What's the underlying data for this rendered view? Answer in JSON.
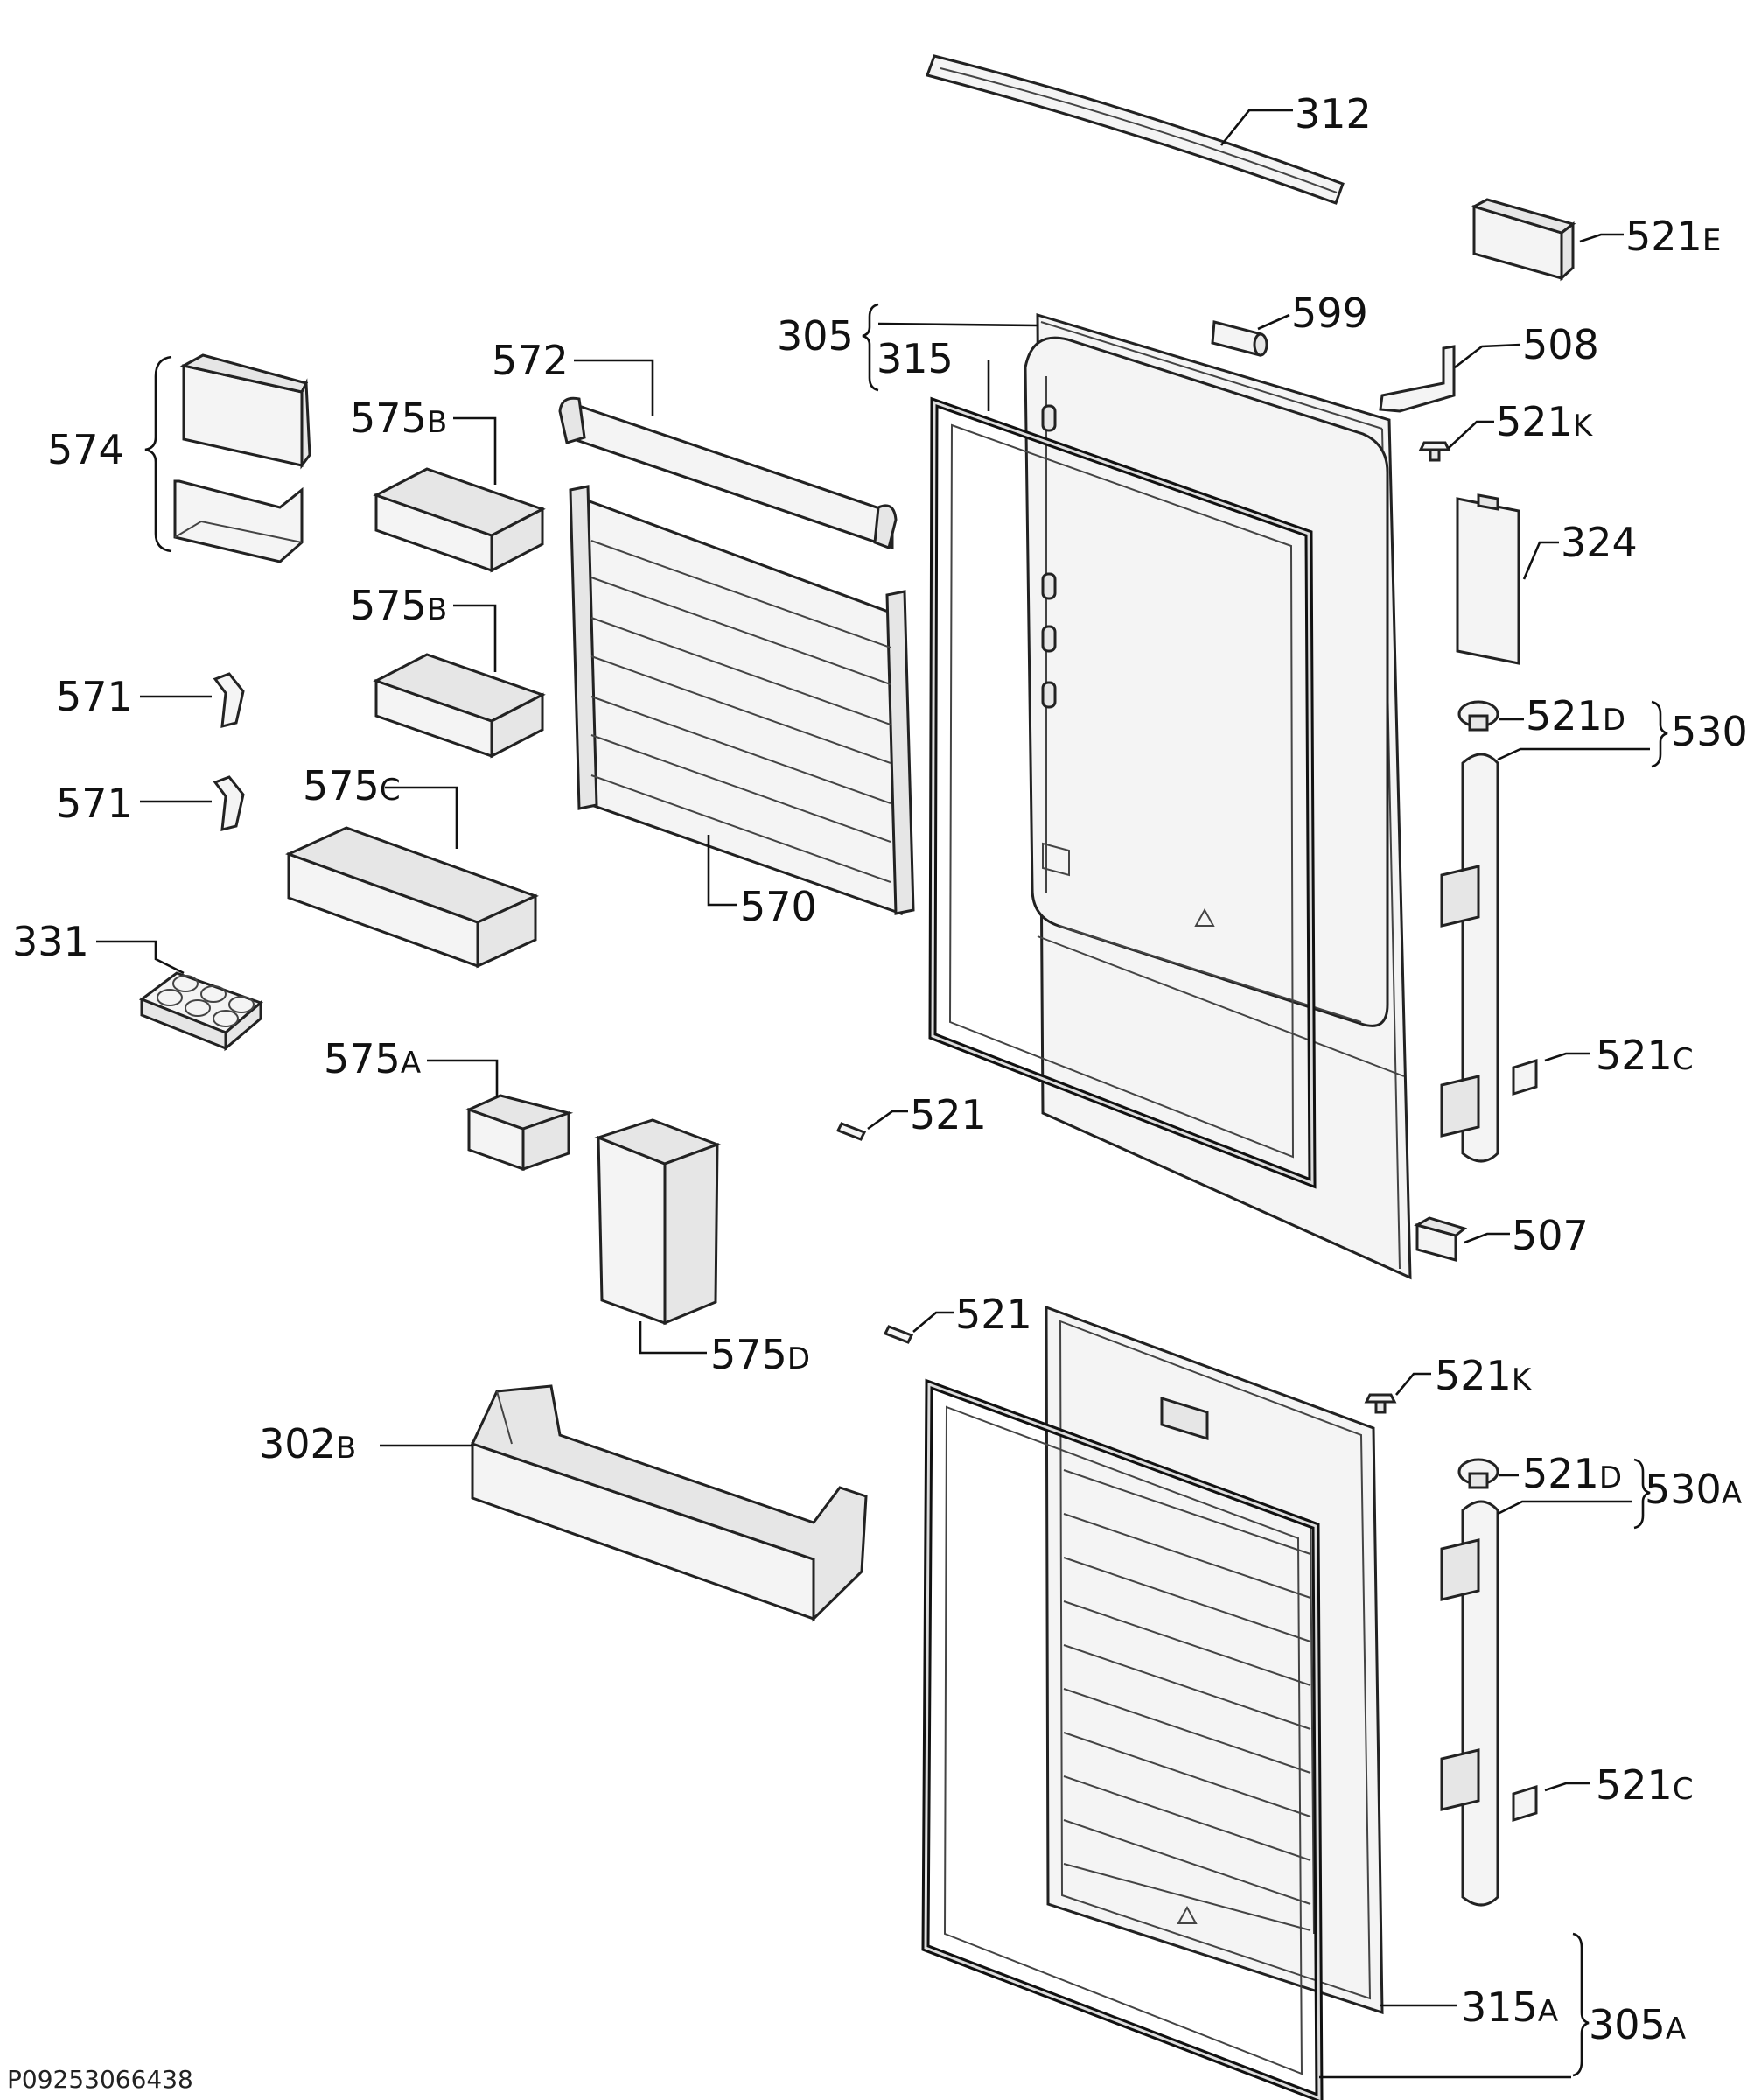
{
  "callouts": [
    {
      "number": "312",
      "suffix": ""
    },
    {
      "number": "521",
      "suffix": "E"
    },
    {
      "number": "599",
      "suffix": ""
    },
    {
      "number": "305",
      "suffix": ""
    },
    {
      "number": "315",
      "suffix": ""
    },
    {
      "number": "508",
      "suffix": ""
    },
    {
      "number": "572",
      "suffix": ""
    },
    {
      "number": "575",
      "suffix": "B"
    },
    {
      "number": "574",
      "suffix": ""
    },
    {
      "number": "521",
      "suffix": "K"
    },
    {
      "number": "324",
      "suffix": ""
    },
    {
      "number": "575",
      "suffix": "B"
    },
    {
      "number": "571",
      "suffix": ""
    },
    {
      "number": "521",
      "suffix": "D"
    },
    {
      "number": "530",
      "suffix": ""
    },
    {
      "number": "571",
      "suffix": ""
    },
    {
      "number": "575",
      "suffix": "C"
    },
    {
      "number": "570",
      "suffix": ""
    },
    {
      "number": "331",
      "suffix": ""
    },
    {
      "number": "575",
      "suffix": "A"
    },
    {
      "number": "521",
      "suffix": "C"
    },
    {
      "number": "521",
      "suffix": ""
    },
    {
      "number": "507",
      "suffix": ""
    },
    {
      "number": "521",
      "suffix": ""
    },
    {
      "number": "575",
      "suffix": "D"
    },
    {
      "number": "521",
      "suffix": "K"
    },
    {
      "number": "302",
      "suffix": "B"
    },
    {
      "number": "521",
      "suffix": "D"
    },
    {
      "number": "530",
      "suffix": "A"
    },
    {
      "number": "521",
      "suffix": "C"
    },
    {
      "number": "315",
      "suffix": "A"
    },
    {
      "number": "305",
      "suffix": "A"
    }
  ],
  "diagram_code": "P09253066438"
}
